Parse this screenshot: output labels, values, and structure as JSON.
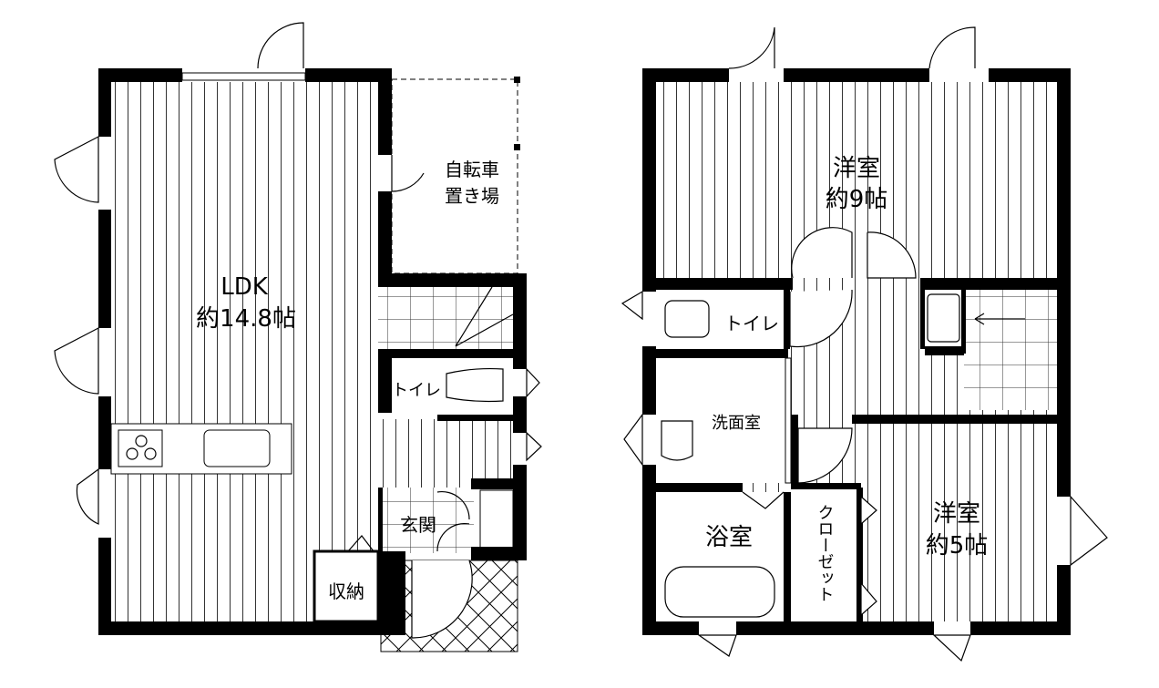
{
  "floor1": {
    "ldk": {
      "name": "LDK",
      "size": "約14.8帖"
    },
    "bicycle": {
      "line1": "自転車",
      "line2": "置き場"
    },
    "toilet": "トイレ",
    "entrance": "玄関",
    "storage": "収納"
  },
  "floor2": {
    "room_large": {
      "name": "洋室",
      "size": "約9帖"
    },
    "toilet": "トイレ",
    "washroom": "洗面室",
    "bath": "浴室",
    "closet": "クローゼット",
    "room_small": {
      "name": "洋室",
      "size": "約5帖"
    }
  }
}
